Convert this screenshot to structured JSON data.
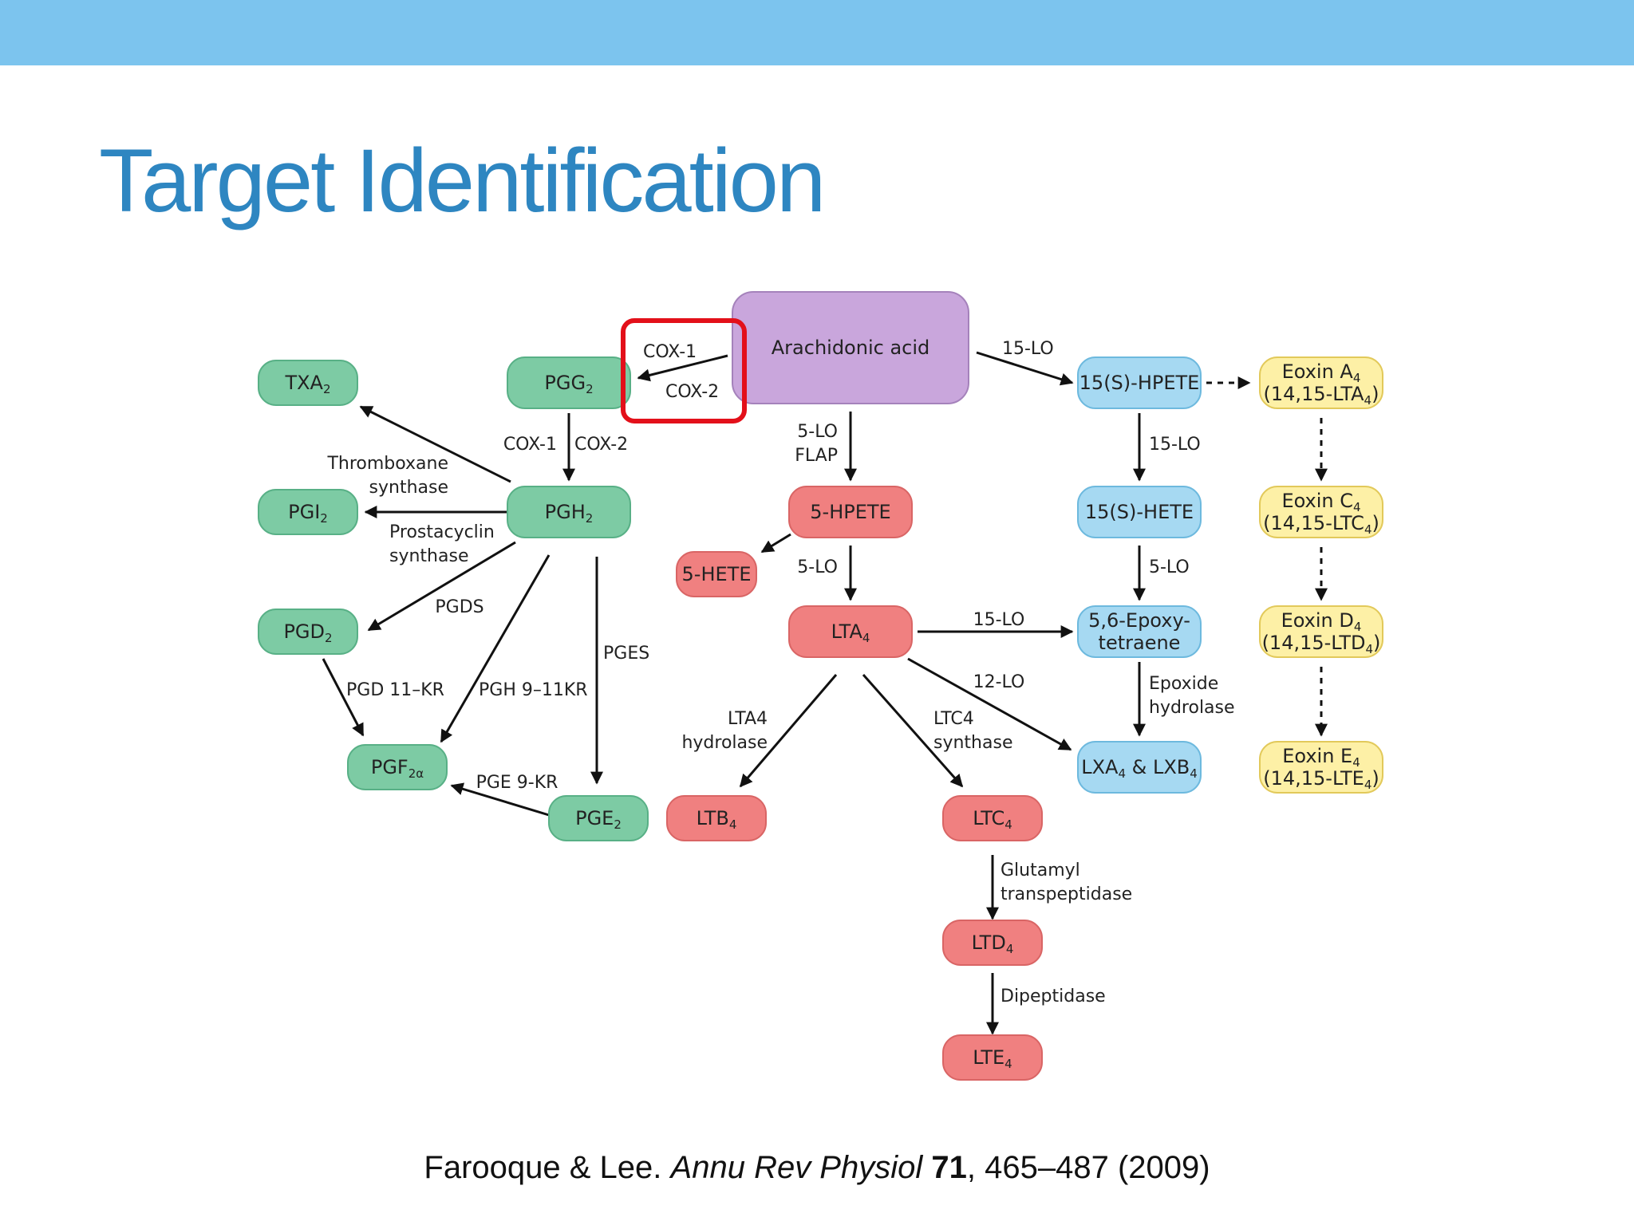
{
  "slide": {
    "title": "Target Identification",
    "citation": {
      "authors": "Farooque & Lee.",
      "journal": "Annu Rev Physiol",
      "volume": "71",
      "pages_year": ", 465–487 (2009)"
    }
  },
  "colors": {
    "header_bar": "#7cc4ee",
    "title": "#2e86c1",
    "prostanoid_node": "#7dcba4",
    "leukotriene_node": "#f08080",
    "hpete_node": "#a6d9f2",
    "eoxin_node": "#fdf0a6",
    "substrate_node": "#c9a6dc",
    "highlight": "#e3101a"
  },
  "nodes": [
    {
      "id": "aa",
      "group": "substrate",
      "parts": [
        [
          "Arachidonic acid",
          ""
        ]
      ]
    },
    {
      "id": "txa2",
      "group": "prostanoid",
      "parts": [
        [
          "TXA",
          ""
        ],
        [
          "2",
          "sub"
        ]
      ]
    },
    {
      "id": "pgg2",
      "group": "prostanoid",
      "parts": [
        [
          "PGG",
          ""
        ],
        [
          "2",
          "sub"
        ]
      ]
    },
    {
      "id": "pgi2",
      "group": "prostanoid",
      "parts": [
        [
          "PGI",
          ""
        ],
        [
          "2",
          "sub"
        ]
      ]
    },
    {
      "id": "pgh2",
      "group": "prostanoid",
      "parts": [
        [
          "PGH",
          ""
        ],
        [
          "2",
          "sub"
        ]
      ]
    },
    {
      "id": "pgd2",
      "group": "prostanoid",
      "parts": [
        [
          "PGD",
          ""
        ],
        [
          "2",
          "sub"
        ]
      ]
    },
    {
      "id": "pgf2a",
      "group": "prostanoid",
      "parts": [
        [
          "PGF",
          ""
        ],
        [
          "2α",
          "sub"
        ]
      ]
    },
    {
      "id": "pge2",
      "group": "prostanoid",
      "parts": [
        [
          "PGE",
          ""
        ],
        [
          "2",
          "sub"
        ]
      ]
    },
    {
      "id": "hpete5",
      "group": "leukotriene",
      "parts": [
        [
          "5-HPETE",
          ""
        ]
      ]
    },
    {
      "id": "hete5",
      "group": "leukotriene",
      "parts": [
        [
          "5-HETE",
          ""
        ]
      ]
    },
    {
      "id": "lta4",
      "group": "leukotriene",
      "parts": [
        [
          "LTA",
          ""
        ],
        [
          "4",
          "sub"
        ]
      ]
    },
    {
      "id": "ltb4",
      "group": "leukotriene",
      "parts": [
        [
          "LTB",
          ""
        ],
        [
          "4",
          "sub"
        ]
      ]
    },
    {
      "id": "ltc4",
      "group": "leukotriene",
      "parts": [
        [
          "LTC",
          ""
        ],
        [
          "4",
          "sub"
        ]
      ]
    },
    {
      "id": "ltd4",
      "group": "leukotriene",
      "parts": [
        [
          "LTD",
          ""
        ],
        [
          "4",
          "sub"
        ]
      ]
    },
    {
      "id": "lte4",
      "group": "leukotriene",
      "parts": [
        [
          "LTE",
          ""
        ],
        [
          "4",
          "sub"
        ]
      ]
    },
    {
      "id": "hpete15",
      "group": "hpete",
      "parts": [
        [
          "15(S)-HPETE",
          ""
        ]
      ]
    },
    {
      "id": "hete15",
      "group": "hpete",
      "parts": [
        [
          "15(S)-HETE",
          ""
        ]
      ]
    },
    {
      "id": "epoxy",
      "group": "hpete",
      "lines": [
        [
          [
            "5,6-Epoxy-",
            ""
          ]
        ],
        [
          [
            "tetraene",
            ""
          ]
        ]
      ]
    },
    {
      "id": "lxa",
      "group": "hpete",
      "parts": [
        [
          "LXA",
          ""
        ],
        [
          "4",
          "sub"
        ],
        [
          " & LXB",
          ""
        ],
        [
          "4",
          "sub"
        ]
      ]
    },
    {
      "id": "eoxa",
      "group": "eoxin",
      "lines": [
        [
          [
            "Eoxin A",
            ""
          ],
          [
            "4",
            "sub"
          ]
        ],
        [
          [
            "(14,15-LTA",
            ""
          ],
          [
            "4",
            "sub"
          ],
          [
            ")",
            ""
          ]
        ]
      ]
    },
    {
      "id": "eoxc",
      "group": "eoxin",
      "lines": [
        [
          [
            "Eoxin C",
            ""
          ],
          [
            "4",
            "sub"
          ]
        ],
        [
          [
            "(14,15-LTC",
            ""
          ],
          [
            "4",
            "sub"
          ],
          [
            ")",
            ""
          ]
        ]
      ]
    },
    {
      "id": "eoxd",
      "group": "eoxin",
      "lines": [
        [
          [
            "Eoxin D",
            ""
          ],
          [
            "4",
            "sub"
          ]
        ],
        [
          [
            "(14,15-LTD",
            ""
          ],
          [
            "4",
            "sub"
          ],
          [
            ")",
            ""
          ]
        ]
      ]
    },
    {
      "id": "eoxe",
      "group": "eoxin",
      "lines": [
        [
          [
            "Eoxin E",
            ""
          ],
          [
            "4",
            "sub"
          ]
        ],
        [
          [
            "(14,15-LTE",
            ""
          ],
          [
            "4",
            "sub"
          ],
          [
            ")",
            ""
          ]
        ]
      ]
    }
  ],
  "edges": [
    {
      "from": "aa",
      "to": "pgg2",
      "style": "solid"
    },
    {
      "from": "pgg2",
      "to": "pgh2",
      "style": "solid"
    },
    {
      "from": "pgh2",
      "to": "txa2",
      "style": "solid"
    },
    {
      "from": "pgh2",
      "to": "pgi2",
      "style": "solid"
    },
    {
      "from": "pgh2",
      "to": "pgd2",
      "style": "solid"
    },
    {
      "from": "pgh2",
      "to": "pgf2a",
      "style": "solid"
    },
    {
      "from": "pgh2",
      "to": "pge2",
      "style": "solid"
    },
    {
      "from": "pgd2",
      "to": "pgf2a",
      "style": "solid"
    },
    {
      "from": "pge2",
      "to": "pgf2a",
      "style": "solid"
    },
    {
      "from": "aa",
      "to": "hpete5",
      "style": "solid"
    },
    {
      "from": "hpete5",
      "to": "hete5",
      "style": "solid"
    },
    {
      "from": "hpete5",
      "to": "lta4",
      "style": "solid"
    },
    {
      "from": "lta4",
      "to": "ltb4",
      "style": "solid"
    },
    {
      "from": "lta4",
      "to": "ltc4",
      "style": "solid"
    },
    {
      "from": "ltc4",
      "to": "ltd4",
      "style": "solid"
    },
    {
      "from": "ltd4",
      "to": "lte4",
      "style": "solid"
    },
    {
      "from": "aa",
      "to": "hpete15",
      "style": "solid"
    },
    {
      "from": "hpete15",
      "to": "hete15",
      "style": "solid"
    },
    {
      "from": "hete15",
      "to": "epoxy",
      "style": "solid"
    },
    {
      "from": "lta4",
      "to": "epoxy",
      "style": "solid"
    },
    {
      "from": "lta4",
      "to": "lxa",
      "style": "solid"
    },
    {
      "from": "epoxy",
      "to": "lxa",
      "style": "solid"
    },
    {
      "from": "hpete15",
      "to": "eoxa",
      "style": "dashed"
    },
    {
      "from": "eoxa",
      "to": "eoxc",
      "style": "dashed"
    },
    {
      "from": "eoxc",
      "to": "eoxd",
      "style": "dashed"
    },
    {
      "from": "eoxd",
      "to": "eoxe",
      "style": "dashed"
    }
  ],
  "labels": [
    {
      "id": "cox1_top",
      "lines": [
        "COX-1"
      ]
    },
    {
      "id": "cox2_top",
      "lines": [
        "COX-2"
      ]
    },
    {
      "id": "cox1_mid",
      "lines": [
        "COX-1"
      ]
    },
    {
      "id": "cox2_mid",
      "lines": [
        "COX-2"
      ]
    },
    {
      "id": "thromboxane_synthase",
      "lines": [
        "Thromboxane",
        "synthase"
      ]
    },
    {
      "id": "prostacyclin_synthase",
      "lines": [
        "Prostacyclin",
        "synthase"
      ]
    },
    {
      "id": "pgds",
      "lines": [
        "PGDS"
      ]
    },
    {
      "id": "pges",
      "lines": [
        "PGES"
      ]
    },
    {
      "id": "pgd_11kr",
      "lines": [
        "PGD 11–KR"
      ]
    },
    {
      "id": "pgh_911kr",
      "lines": [
        "PGH 9–11KR"
      ]
    },
    {
      "id": "pge_9kr",
      "lines": [
        "PGE 9-KR"
      ]
    },
    {
      "id": "lo5_flap",
      "lines": [
        "5-LO",
        "FLAP"
      ]
    },
    {
      "id": "lo5",
      "lines": [
        "5-LO"
      ]
    },
    {
      "id": "lta4_hydrolase",
      "lines": [
        "LTA4",
        "hydrolase"
      ]
    },
    {
      "id": "ltc4_synthase",
      "lines": [
        "LTC4",
        "synthase"
      ]
    },
    {
      "id": "glutamyl",
      "lines": [
        "Glutamyl",
        "transpeptidase"
      ]
    },
    {
      "id": "dipeptidase",
      "lines": [
        "Dipeptidase"
      ]
    },
    {
      "id": "lo15_top",
      "lines": [
        "15-LO"
      ]
    },
    {
      "id": "lo15_right",
      "lines": [
        "15-LO"
      ]
    },
    {
      "id": "lo15_lta",
      "lines": [
        "15-LO"
      ]
    },
    {
      "id": "lo12",
      "lines": [
        "12-LO"
      ]
    },
    {
      "id": "lo5_right",
      "lines": [
        "5-LO"
      ]
    },
    {
      "id": "epoxide_hydrolase",
      "lines": [
        "Epoxide",
        "hydrolase"
      ]
    }
  ]
}
